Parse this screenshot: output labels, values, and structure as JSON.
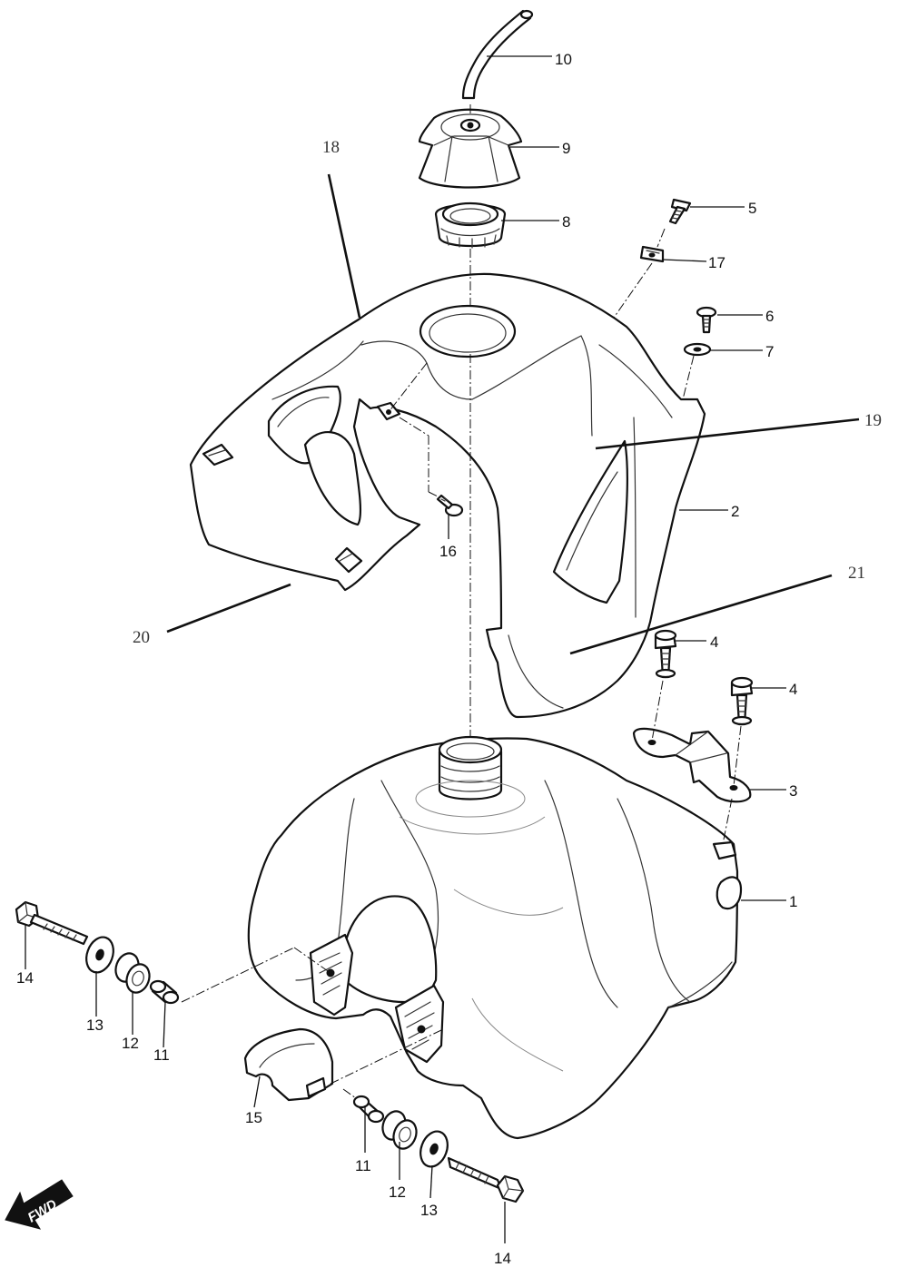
{
  "diagram": {
    "callouts": {
      "c1": "1",
      "c2": "2",
      "c3": "3",
      "c4a": "4",
      "c4b": "4",
      "c5": "5",
      "c6": "6",
      "c7": "7",
      "c8": "8",
      "c9": "9",
      "c10": "10",
      "c11a": "11",
      "c11b": "11",
      "c12a": "12",
      "c12b": "12",
      "c13a": "13",
      "c13b": "13",
      "c14a": "14",
      "c14b": "14",
      "c15": "15",
      "c16": "16",
      "c17": "17",
      "c18": "18",
      "c19": "19",
      "c20": "20",
      "c21": "21"
    },
    "fwd_label": "FWD"
  }
}
